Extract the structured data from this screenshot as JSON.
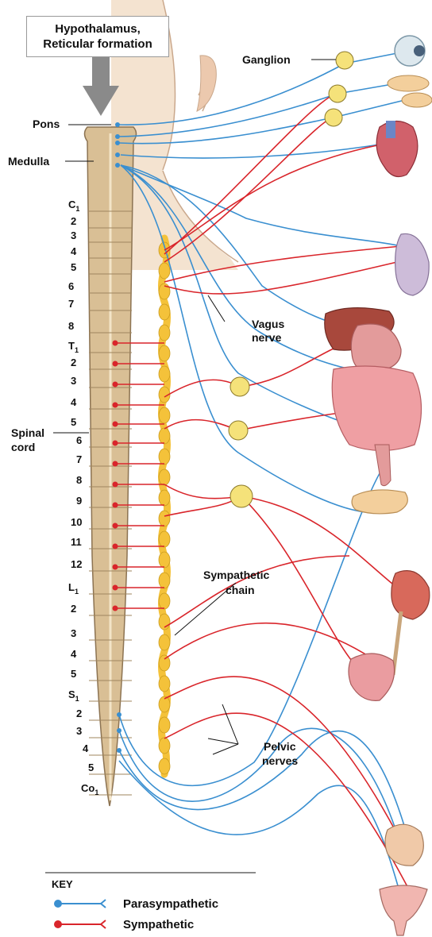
{
  "labels": {
    "hypothalamus_line1": "Hypothalamus,",
    "hypothalamus_line2": "Reticular formation",
    "pons": "Pons",
    "medulla": "Medulla",
    "ganglion": "Ganglion",
    "vagus_line1": "Vagus",
    "vagus_line2": "nerve",
    "spinal_line1": "Spinal",
    "spinal_line2": "cord",
    "sympathetic_line1": "Sympathetic",
    "sympathetic_line2": "chain",
    "pelvic_line1": "Pelvic",
    "pelvic_line2": "nerves"
  },
  "segments": [
    {
      "letter": "C",
      "sub": "1"
    },
    {
      "letter": "2",
      "sub": ""
    },
    {
      "letter": "3",
      "sub": ""
    },
    {
      "letter": "4",
      "sub": ""
    },
    {
      "letter": "5",
      "sub": ""
    },
    {
      "letter": "6",
      "sub": ""
    },
    {
      "letter": "7",
      "sub": ""
    },
    {
      "letter": "8",
      "sub": ""
    },
    {
      "letter": "T",
      "sub": "1"
    },
    {
      "letter": "2",
      "sub": ""
    },
    {
      "letter": "3",
      "sub": ""
    },
    {
      "letter": "4",
      "sub": ""
    },
    {
      "letter": "5",
      "sub": ""
    },
    {
      "letter": "6",
      "sub": ""
    },
    {
      "letter": "7",
      "sub": ""
    },
    {
      "letter": "8",
      "sub": ""
    },
    {
      "letter": "9",
      "sub": ""
    },
    {
      "letter": "10",
      "sub": ""
    },
    {
      "letter": "11",
      "sub": ""
    },
    {
      "letter": "12",
      "sub": ""
    },
    {
      "letter": "L",
      "sub": "1"
    },
    {
      "letter": "2",
      "sub": ""
    },
    {
      "letter": "3",
      "sub": ""
    },
    {
      "letter": "4",
      "sub": ""
    },
    {
      "letter": "5",
      "sub": ""
    },
    {
      "letter": "S",
      "sub": "1"
    },
    {
      "letter": "2",
      "sub": ""
    },
    {
      "letter": "3",
      "sub": ""
    },
    {
      "letter": "4",
      "sub": ""
    },
    {
      "letter": "5",
      "sub": ""
    },
    {
      "letter": "Co",
      "sub": "1"
    }
  ],
  "key": {
    "title": "KEY",
    "parasympathetic": "Parasympathetic",
    "sympathetic": "Sympathetic"
  },
  "colors": {
    "parasympathetic": "#3a8fd0",
    "sympathetic": "#d9252b",
    "ganglion": "#f5e27a",
    "spinal_cord": "#d9bf95",
    "chain": "#f4c23a",
    "skin": "#f4e3d0"
  }
}
